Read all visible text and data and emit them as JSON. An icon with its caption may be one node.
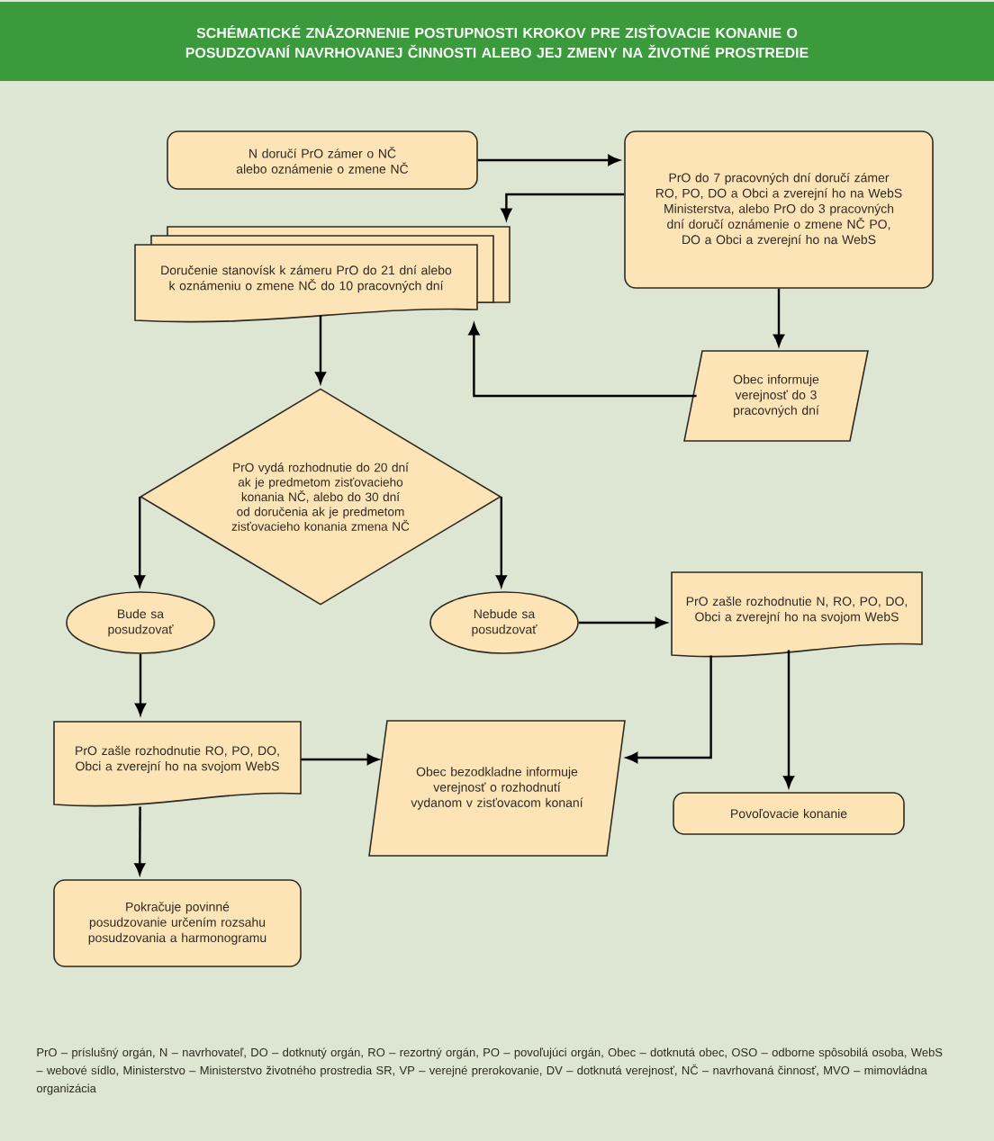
{
  "diagram": {
    "title": "SCHÉMATICKÉ ZNÁZORNENIE POSTUPNOSTI KROKOV PRE ZISŤOVACIE KONANIE O POSUDZOVANÍ NAVRHOVANEJ ČINNOSTI ALEBO JEJ ZMENY NA ŽIVOTNÉ PROSTREDIE",
    "nodes": [
      {
        "text": [
          "N doručí PrO zámer o NČ alebo oznámenie o zmene NČ"
        ]
      },
      {
        "text": [
          "PrO do 7 pracovných dní doručí zámer RO, PO, DO a Obci a zverejní ho na WebS Ministerstva, alebo PrO do 3 pracovných dní doručí oznámenie o zmene NČ PO, DO a Obci a zverejní ho na WebS"
        ]
      },
      {
        "text": [
          "Doručenie stanovísk k zámeru PrO do 21 dní alebo k oznámeniu o zmene NČ do 10 pracovných dní"
        ]
      },
      {
        "text": [
          "Obec informuje verejnosť do 3 pracovných dní"
        ]
      },
      {
        "text": [
          "PrO vydá rozhodnutie do 20 dní ak je predmetom zisťovacieho konania NČ, alebo do 30 dní od doručenia ak je predmetom zisťovacieho konania zmena NČ"
        ]
      },
      {
        "text": [
          "Bude sa posudzovať"
        ]
      },
      {
        "text": [
          "Nebude sa posudzovať"
        ]
      },
      {
        "text": [
          "PrO zašle rozhodnutie N, RO, PO, DO, Obci a zverejní ho na svojom WebS"
        ]
      },
      {
        "text": [
          "PrO zašle rozhodnutie RO, PO, DO, Obci a zverejní ho na svojom WebS"
        ]
      },
      {
        "text": [
          "Obec bezodkladne informuje verejnosť o rozhodnutí vydanom v zisťovacom konaní"
        ]
      },
      {
        "text": [
          "Povoľovacie konanie"
        ]
      },
      {
        "text": [
          "Pokračuje povinné posudzovanie určením rozsahu posudzovania a harmonogramu"
        ]
      }
    ],
    "edges": [
      {
        "from": 0,
        "to": 1,
        "arrow": "to"
      },
      {
        "from": 1,
        "to": 2,
        "arrow": "to"
      },
      {
        "from": 1,
        "to": 3,
        "arrow": "to"
      },
      {
        "from": 3,
        "to": 2,
        "arrow": "to"
      },
      {
        "from": 2,
        "to": 4,
        "arrow": "to"
      },
      {
        "from": 4,
        "to": 5,
        "arrow": "to"
      },
      {
        "from": 4,
        "to": 6,
        "arrow": "to"
      },
      {
        "from": 6,
        "to": 7,
        "arrow": "to"
      },
      {
        "from": 5,
        "to": 8,
        "arrow": "to"
      },
      {
        "from": 8,
        "to": 9,
        "arrow": "to"
      },
      {
        "from": 7,
        "to": 9,
        "arrow": "to"
      },
      {
        "from": 7,
        "to": 10,
        "arrow": "to"
      },
      {
        "from": 8,
        "to": 11,
        "arrow": "to"
      }
    ],
    "labels": [
      "PrO – príslušný orgán, N – navrhovateľ, DO – dotknutý orgán, RO – rezortný orgán, PO – povoľujúci orgán, Obec – dotknutá obec, OSO – odborne spôsobilá osoba, WebS – webové sídlo, Ministerstvo – Ministerstvo životného prostredia SR, VP – verejné prerokovanie, DV – dotknutá verejnosť, NČ – navrhovaná činnosť, MVO – mimovládna organizácia"
    ]
  }
}
